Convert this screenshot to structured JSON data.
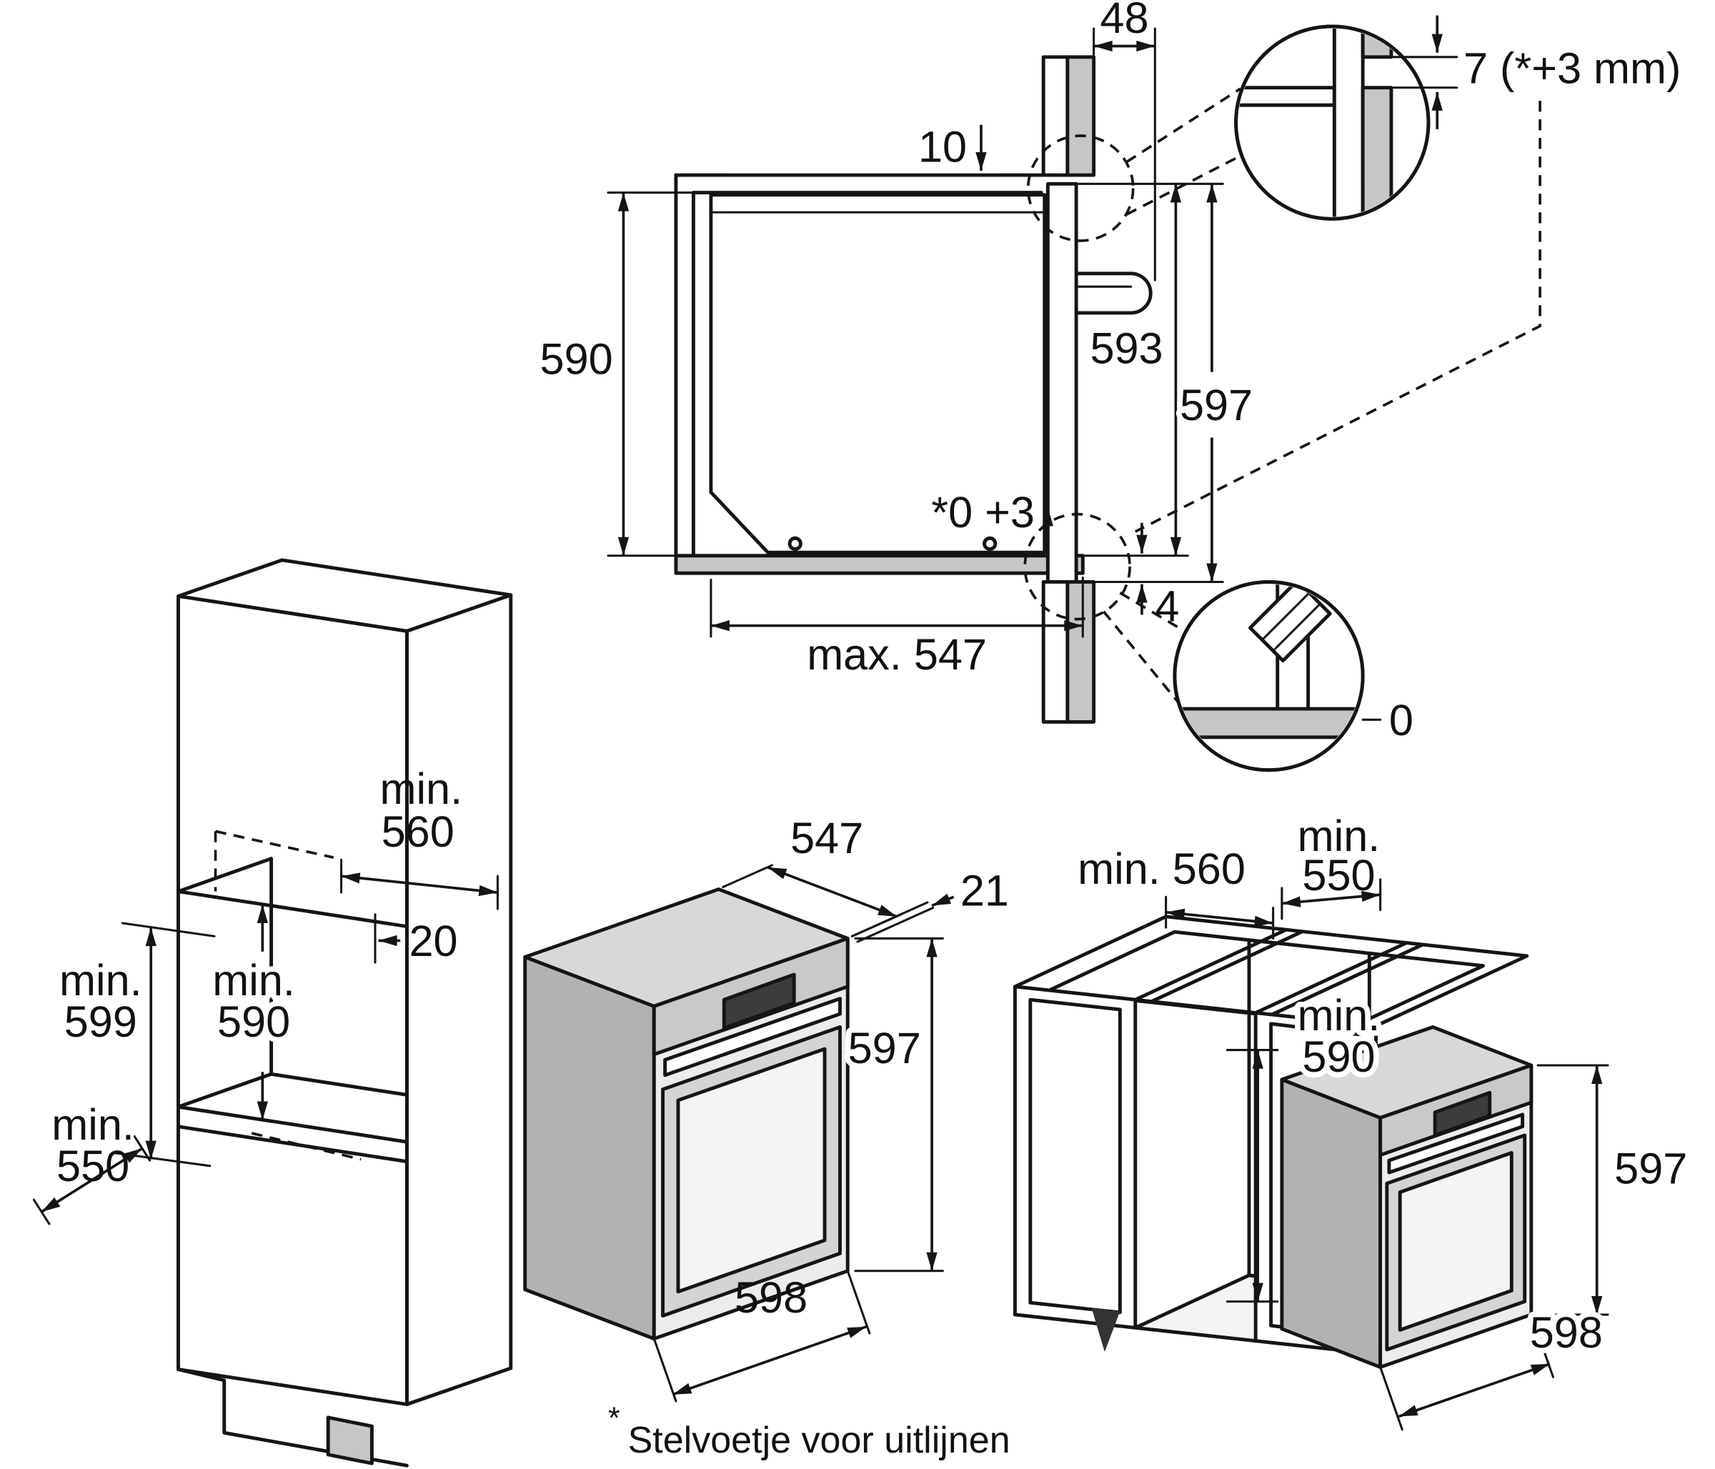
{
  "cross_section": {
    "dim_48": "48",
    "dim_10": "10",
    "dim_590": "590",
    "dim_593": "593",
    "dim_597": "597",
    "dim_foot": "*0 +3",
    "dim_4": "4",
    "dim_max_depth": "max. 547"
  },
  "detail_top": {
    "gap_label": "7 (*+3 mm)"
  },
  "detail_bottom": {
    "gap_label": "0"
  },
  "tall_cabinet": {
    "niche_depth": [
      "min.",
      "560"
    ],
    "setback": "20",
    "outer_height": [
      "min.",
      "599"
    ],
    "niche_height": [
      "min.",
      "590"
    ],
    "depth": [
      "min.",
      "550"
    ]
  },
  "oven_front_view": {
    "depth": "547",
    "overhang": "21",
    "height": "597",
    "width": "598"
  },
  "base_cabinets": {
    "niche_depth": "min. 560",
    "top_depth": [
      "min.",
      "550"
    ],
    "niche_height": [
      "min.",
      "590"
    ],
    "oven_height": "597",
    "oven_width": "598"
  },
  "footnote": {
    "marker": "*",
    "text": "Stelvoetje voor uitlijnen"
  }
}
